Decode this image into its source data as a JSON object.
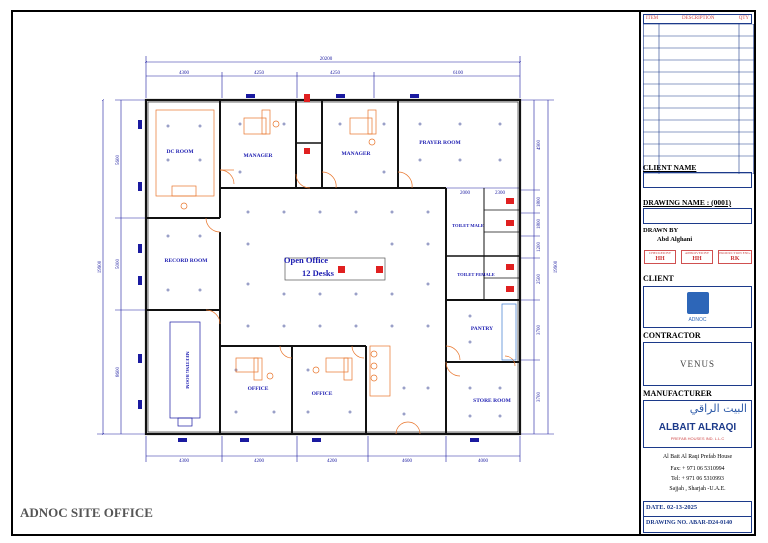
{
  "drawing_title": "ADNOC SITE OFFICE",
  "rooms": {
    "dc_room": "DC ROOM",
    "manager_1": "MANAGER",
    "manager_2": "MANAGER",
    "prayer_room": "PRAYER ROOM",
    "record_room": "RECORD ROOM",
    "open_office": "Open Office",
    "open_office_desks": "12 Desks",
    "toilet_male": "TOILET MALE",
    "toilet_female": "TOILET FEMALE",
    "pantry": "PANTRY",
    "store_room": "STORE ROOM",
    "office_1": "OFFICE",
    "office_2": "OFFICE",
    "meeting_room": "MEETING ROOM"
  },
  "dimensions": {
    "overall_top": "20200",
    "top_segments": [
      "4300",
      "4250",
      "4250",
      "6100"
    ],
    "bottom_segments": [
      "4300",
      "4200",
      "4200",
      "4600",
      "4000"
    ],
    "left_overall": "19900",
    "left_segments": [
      "5600",
      "5000",
      "8600"
    ],
    "right_overall": "19900",
    "right_segments": [
      "4900",
      "1800",
      "1800",
      "1200",
      "2500",
      "3700",
      "3700"
    ],
    "toilet_widths": [
      "2000",
      "2300"
    ]
  },
  "title_block": {
    "header": {
      "item": "ITEM",
      "description": "DESCRIPTION",
      "qty": "QTY"
    },
    "client_name_label": "CLIENT NAME",
    "drawing_name_label": "DRAWING NAME : (0001)",
    "drawn_by_label": "DRAWN BY",
    "drawn_by_value": "Abd Alghani",
    "checked_by_label": "CHECKED BY",
    "approved_by_label": "APPROVED BY",
    "production_label": "PRODUCTION ENG.",
    "checked_by": "HH",
    "approved_by": "HH",
    "production": "RK",
    "client_label": "CLIENT",
    "client_logo_text": "ADNOC",
    "contractor_label": "CONTRACTOR",
    "contractor_logo_text": "VENUS",
    "manufacturer_label": "MANUFACTURER",
    "mfr_arabic": "البيت الراقي",
    "mfr_logo_en": "ALBAIT ALRAQI",
    "mfr_logo_sub": "PREFAB HOUSES IND. L.L.C",
    "mfr_name": "Al Bait Al Raqi Prefab House",
    "fax": "Fax: + 971 06 5310994",
    "tel": "Tel: + 971 06 5310993",
    "address": "Sajjah , Sharjah -U.A.E.",
    "date": "DATE. 02-13-2025",
    "drawing_no": "DRAWING NO. ABAR-D24-0140"
  },
  "colors": {
    "wall": "#111111",
    "dimension": "#1a1aa0",
    "furniture": "#e8742a",
    "label": "#1a1ab0",
    "fixture": "#e02020"
  }
}
